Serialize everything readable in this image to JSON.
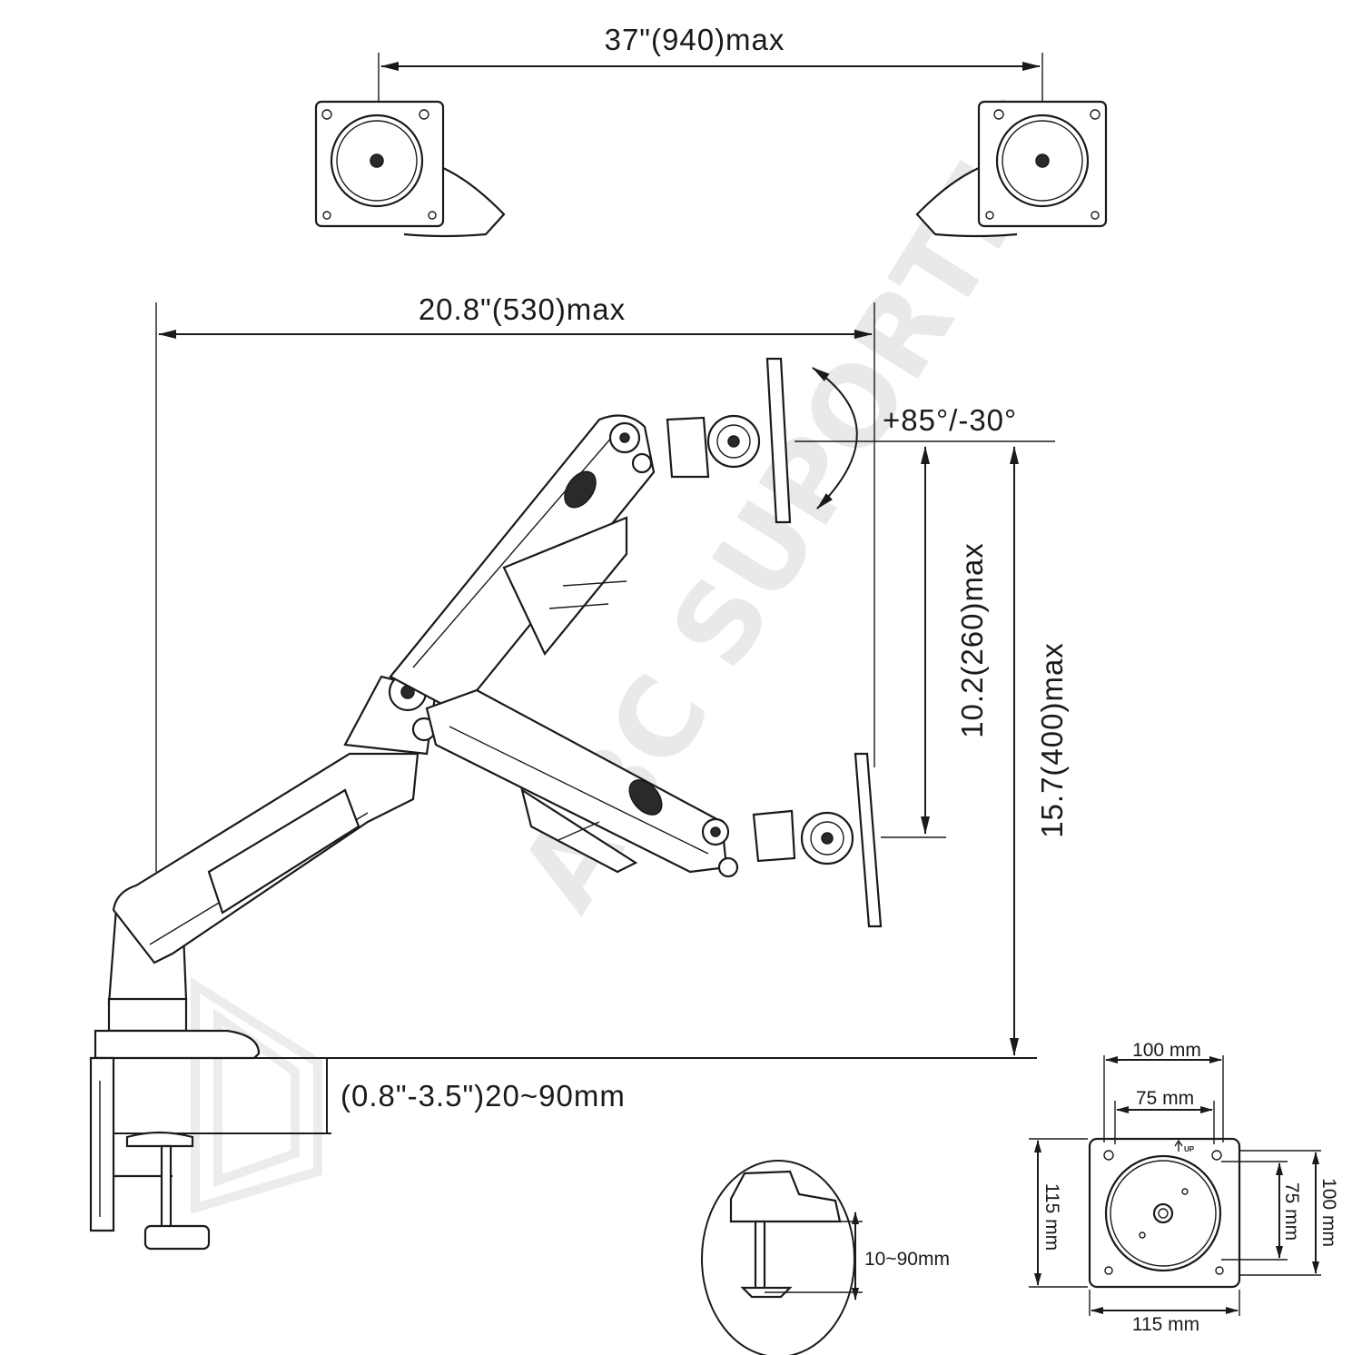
{
  "watermark": "ABC SUPORTES",
  "dimensions": {
    "monitor_spacing": "37\"(940)max",
    "arm_reach": "20.8\"(530)max",
    "tilt": "+85°/-30°",
    "height_adjust": "10.2(260)max",
    "max_height": "15.7(400)max",
    "desk_thickness": "(0.8\"-3.5\")20~90mm",
    "grommet_thickness": "10~90mm"
  },
  "vesa": {
    "top_width": "100 mm",
    "inner_width": "75 mm",
    "bottom_width": "115 mm",
    "left_height": "115 mm",
    "inner_height": "75 mm",
    "right_height": "100 mm",
    "up_mark": "UP"
  },
  "colors": {
    "line": "#1a1a1a",
    "watermark": "#e9e9e9",
    "background": "#ffffff"
  }
}
